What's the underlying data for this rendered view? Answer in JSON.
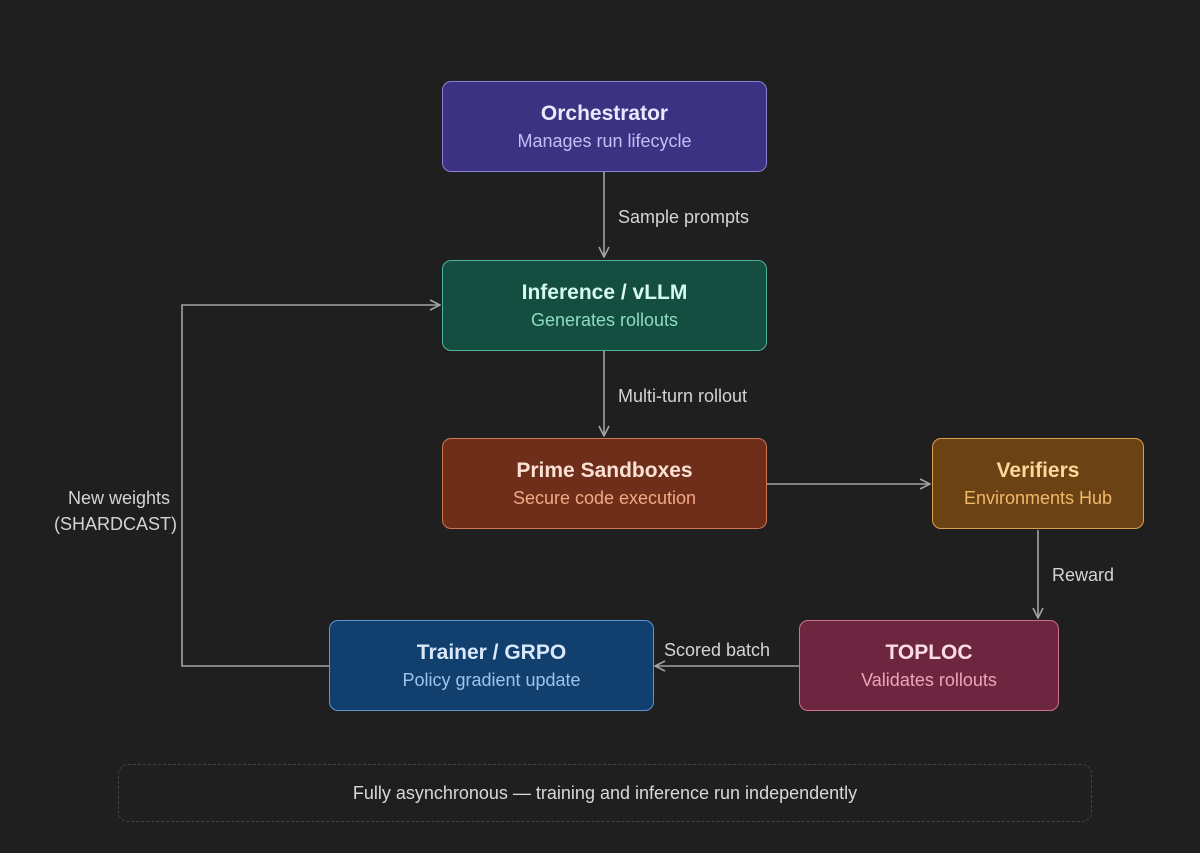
{
  "nodes": {
    "orchestrator": {
      "title": "Orchestrator",
      "subtitle": "Manages run lifecycle",
      "colors": {
        "fill": "#3b3282",
        "border": "#8b80d8",
        "title": "#ece9ff",
        "subtitle": "#c5bdf6"
      }
    },
    "inference": {
      "title": "Inference / vLLM",
      "subtitle": "Generates rollouts",
      "colors": {
        "fill": "#134e40",
        "border": "#4fb497",
        "title": "#d6f7ec",
        "subtitle": "#8fdcc2"
      }
    },
    "sandboxes": {
      "title": "Prime Sandboxes",
      "subtitle": "Secure code execution",
      "colors": {
        "fill": "#6e2e1a",
        "border": "#cf7554",
        "title": "#fbe0d4",
        "subtitle": "#f3a886"
      }
    },
    "verifiers": {
      "title": "Verifiers",
      "subtitle": "Environments Hub",
      "colors": {
        "fill": "#6a4213",
        "border": "#d9a04f",
        "title": "#f9d89a",
        "subtitle": "#f1b96a"
      }
    },
    "toploc": {
      "title": "TOPLOC",
      "subtitle": "Validates rollouts",
      "colors": {
        "fill": "#6d2640",
        "border": "#cf6f90",
        "title": "#fbdbe6",
        "subtitle": "#f0a2bd"
      }
    },
    "trainer": {
      "title": "Trainer / GRPO",
      "subtitle": "Policy gradient update",
      "colors": {
        "fill": "#113f6e",
        "border": "#5a97d6",
        "title": "#d9e9fb",
        "subtitle": "#99c6f0"
      }
    }
  },
  "edges": {
    "sample_prompts": "Sample prompts",
    "multi_turn_rollout": "Multi-turn rollout",
    "reward": "Reward",
    "scored_batch": "Scored batch",
    "new_weights_line1": "New weights",
    "new_weights_line2": "(SHARDCAST)"
  },
  "footer": {
    "text": "Fully asynchronous — training and inference run independently"
  },
  "colors": {
    "background": "#1f1f1f",
    "connector": "#a3a3a3",
    "footer_border": "#444444"
  }
}
